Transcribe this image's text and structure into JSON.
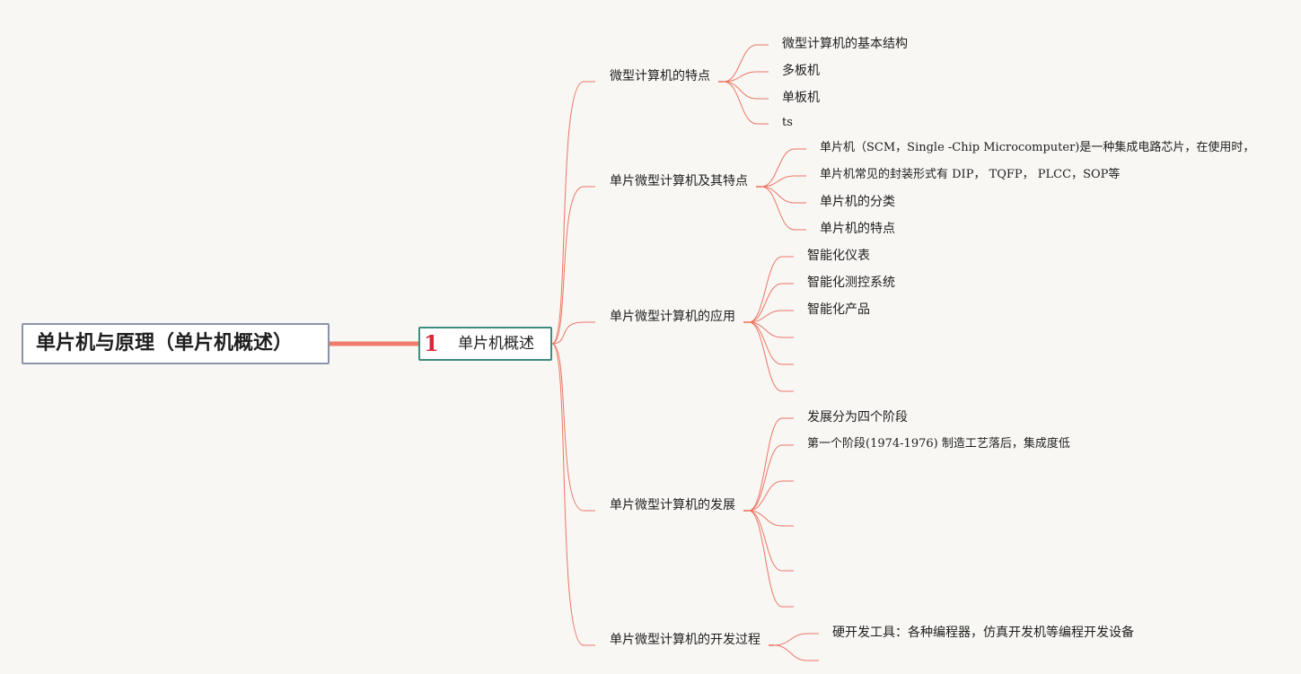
{
  "root": {
    "label": "单片机与原理（单片机概述）"
  },
  "main": {
    "marker": "1",
    "label": "单片机概述"
  },
  "categories": [
    {
      "label": "微型计算机的特点",
      "leaves": [
        "微型计算机的基本结构",
        "多板机",
        "单板机",
        "ts"
      ]
    },
    {
      "label": "单片微型计算机及其特点",
      "leaves": [
        "单片机（SCM，Single -Chip Microcomputer)是一种集成电路芯片，在使用时，",
        "单片机常见的封装形式有 DIP， TQFP， PLCC，SOP等",
        "单片机的分类",
        "单片机的特点"
      ]
    },
    {
      "label": "单片微型计算机的应用",
      "leaves": [
        "智能化仪表",
        "智能化测控系统",
        "智能化产品",
        "",
        "",
        ""
      ]
    },
    {
      "label": "单片微型计算机的发展",
      "leaves": [
        "发展分为四个阶段",
        "第一个阶段(1974-1976) 制造工艺落后，集成度低",
        "",
        "",
        "",
        ""
      ]
    },
    {
      "label": "单片微型计算机的开发过程",
      "leaves": [
        "硬开发工具：各种编程器，仿真开发机等编程开发设备",
        ""
      ]
    }
  ],
  "colors": {
    "connector": "#ee7563",
    "root_link": "#f07a6b",
    "root_border": "#8c93a8",
    "main_border": "#3d8c80",
    "marker": "#d6283a",
    "background": "#f8f7f4"
  }
}
